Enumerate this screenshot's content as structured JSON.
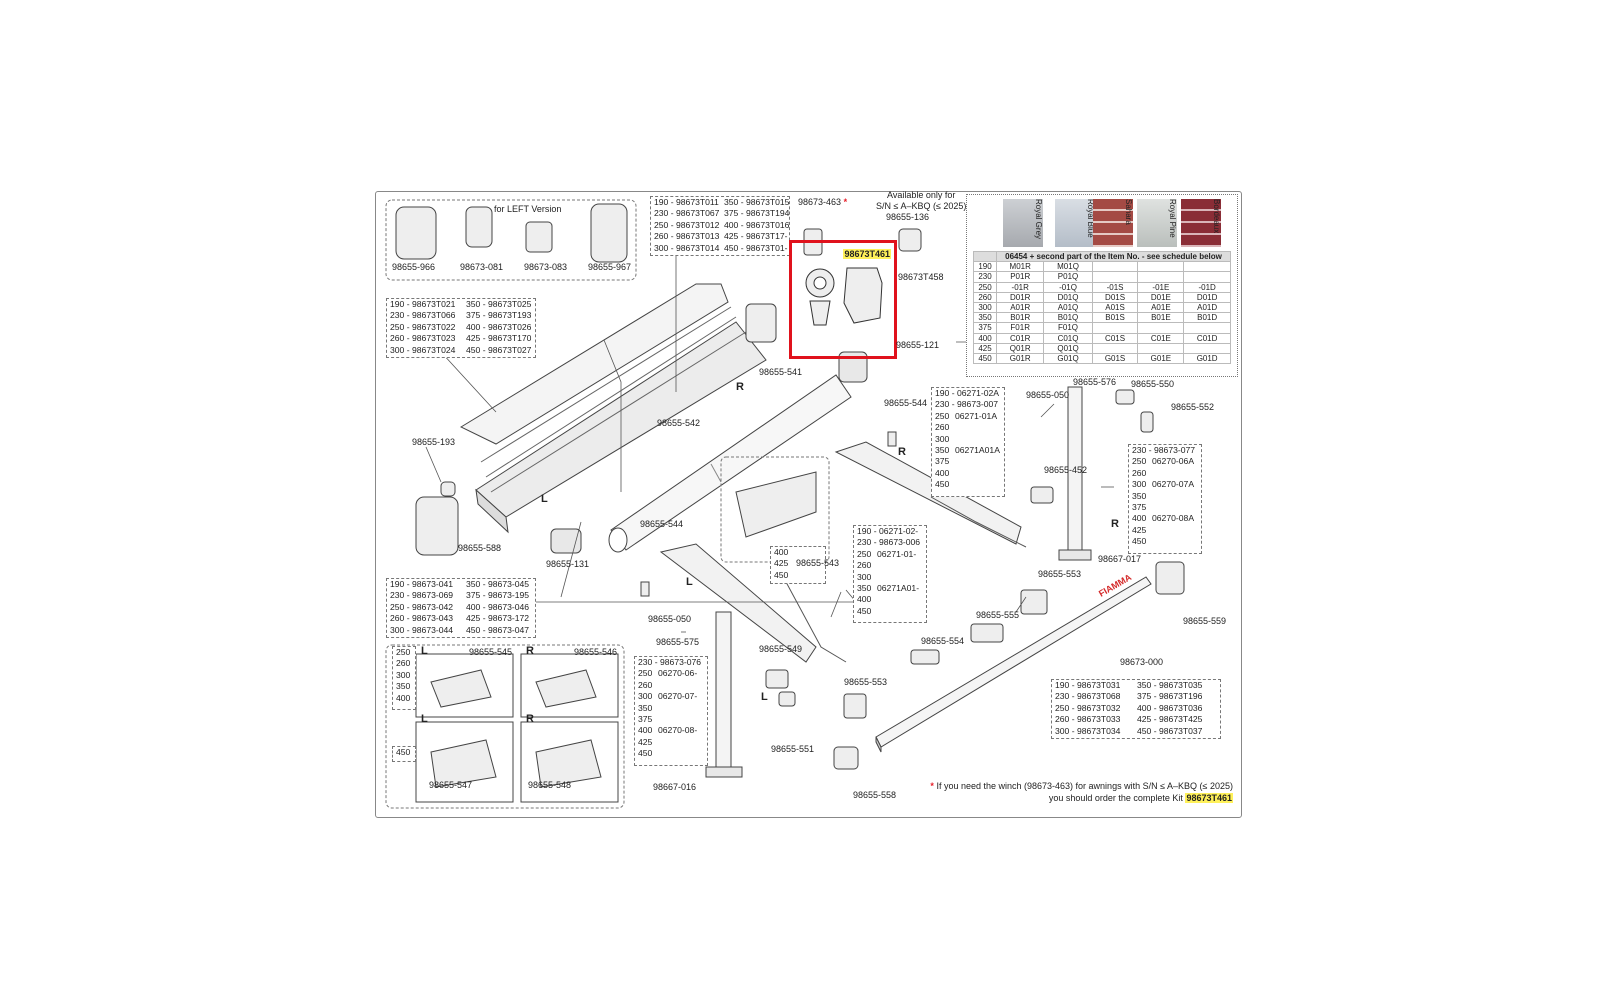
{
  "left_version_label": "for LEFT Version",
  "available_note": [
    "Available only for",
    "S/N ≤ A–KBQ (≤ 2025)"
  ],
  "side_letters": {
    "L": "L",
    "R": "R"
  },
  "parts": {
    "p966": "98655-966",
    "p081": "98673-081",
    "p083": "98673-083",
    "p967": "98655-967",
    "p463": "98673-463",
    "p136": "98655-136",
    "p461": "98673T461",
    "p458": "98673T458",
    "p121": "98655-121",
    "p541": "98655-541",
    "p542": "98655-542",
    "p193": "98655-193",
    "p588": "98655-588",
    "p131": "98655-131",
    "p544a": "98655-544",
    "p544b": "98655-544",
    "p543": "98655-543",
    "p576": "98655-576",
    "p050a": "98655-050",
    "p550": "98655-550",
    "p552": "98655-552",
    "p452": "98655-452",
    "p017": "98667-017",
    "p553a": "98655-553",
    "p555": "98655-555",
    "p554": "98655-554",
    "p559": "98655-559",
    "p000": "98673-000",
    "p050b": "98655-050",
    "p575": "98655-575",
    "p549": "98655-549",
    "p553b": "98655-553",
    "p551": "98655-551",
    "p558": "98655-558",
    "p016": "98667-016",
    "p545": "98655-545",
    "p546": "98655-546",
    "p547": "98655-547",
    "p548": "98655-548"
  },
  "tables": {
    "t1": [
      [
        "190 - 98673T011",
        "350 - 98673T015"
      ],
      [
        "230 - 98673T067",
        "375 - 98673T194"
      ],
      [
        "250 - 98673T012",
        "400 - 98673T016"
      ],
      [
        "260 - 98673T013",
        "425 - 98673T17-"
      ],
      [
        "300 - 98673T014",
        "450 - 98673T01-"
      ]
    ],
    "t2": [
      [
        "190 - 98673T021",
        "350 - 98673T025"
      ],
      [
        "230 - 98673T066",
        "375 - 98673T193"
      ],
      [
        "250 - 98673T022",
        "400 - 98673T026"
      ],
      [
        "260 - 98673T023",
        "425 - 98673T170"
      ],
      [
        "300 - 98673T024",
        "450 - 98673T027"
      ]
    ],
    "t3": [
      [
        "190 - 98673-041",
        "350 - 98673-045"
      ],
      [
        "230 - 98673-069",
        "375 - 98673-195"
      ],
      [
        "250 - 98673-042",
        "400 - 98673-046"
      ],
      [
        "260 - 98673-043",
        "425 - 98673-172"
      ],
      [
        "300 - 98673-044",
        "450 - 98673-047"
      ]
    ],
    "t4": [
      [
        "190 - 98673T031",
        "350 - 98673T035"
      ],
      [
        "230 - 98673T068",
        "375 - 98673T196"
      ],
      [
        "250 - 98673T032",
        "400 - 98673T036"
      ],
      [
        "260 - 98673T033",
        "425 - 98673T425"
      ],
      [
        "300 - 98673T034",
        "450 - 98673T037"
      ]
    ],
    "t5": [
      [
        "190 - 06271-02A"
      ],
      [
        "230 - 98673-007"
      ],
      [
        "250",
        "06271-01A"
      ],
      [
        "260",
        ""
      ],
      [
        "300",
        ""
      ],
      [
        "350",
        "06271A01A"
      ],
      [
        "375",
        ""
      ],
      [
        "400",
        ""
      ],
      [
        "450",
        ""
      ]
    ],
    "t6": [
      [
        "190 - 06271-02-"
      ],
      [
        "230 - 98673-006"
      ],
      [
        "250",
        "06271-01-"
      ],
      [
        "260",
        ""
      ],
      [
        "300",
        ""
      ],
      [
        "350",
        "06271A01-"
      ],
      [
        "400",
        ""
      ],
      [
        "450",
        ""
      ]
    ],
    "t7": [
      [
        "230 - 98673-077"
      ],
      [
        "250",
        "06270-06A"
      ],
      [
        "260",
        ""
      ],
      [
        "300",
        "06270-07A"
      ],
      [
        "350",
        ""
      ],
      [
        "375",
        ""
      ],
      [
        "400",
        "06270-08A"
      ],
      [
        "425",
        ""
      ],
      [
        "450",
        ""
      ]
    ],
    "t8": [
      [
        "230 - 98673-076"
      ],
      [
        "250",
        "06270-06-"
      ],
      [
        "260",
        ""
      ],
      [
        "300",
        "06270-07-"
      ],
      [
        "350",
        ""
      ],
      [
        "375",
        ""
      ],
      [
        "400",
        "06270-08-"
      ],
      [
        "425",
        ""
      ],
      [
        "450",
        ""
      ]
    ],
    "t9": [
      [
        "400"
      ],
      [
        "425"
      ],
      [
        "450"
      ]
    ],
    "t10a": [
      "250",
      "260",
      "300",
      "350",
      "400"
    ],
    "t10b": [
      "450"
    ]
  },
  "fabric": {
    "swatches": [
      {
        "name": "Royal Grey",
        "color": "#b9bcc1"
      },
      {
        "name": "Royal Blue",
        "color": "#c7cfd8"
      },
      {
        "name": "Sahara",
        "color": "#a44a44"
      },
      {
        "name": "Royal Pine",
        "color": "#cfd3d1"
      },
      {
        "name": "Bordeaux",
        "color": "#8a2d36"
      }
    ],
    "header": "06454 + second part of the Item No. - see schedule below",
    "rows": [
      [
        "190",
        "M01R",
        "M01Q",
        "",
        "",
        ""
      ],
      [
        "230",
        "P01R",
        "P01Q",
        "",
        "",
        ""
      ],
      [
        "250",
        "-01R",
        "-01Q",
        "-01S",
        "-01E",
        "-01D"
      ],
      [
        "260",
        "D01R",
        "D01Q",
        "D01S",
        "D01E",
        "D01D"
      ],
      [
        "300",
        "A01R",
        "A01Q",
        "A01S",
        "A01E",
        "A01D"
      ],
      [
        "350",
        "B01R",
        "B01Q",
        "B01S",
        "B01E",
        "B01D"
      ],
      [
        "375",
        "F01R",
        "F01Q",
        "",
        "",
        ""
      ],
      [
        "400",
        "C01R",
        "C01Q",
        "C01S",
        "C01E",
        "C01D"
      ],
      [
        "425",
        "Q01R",
        "Q01Q",
        "",
        "",
        ""
      ],
      [
        "450",
        "G01R",
        "G01Q",
        "G01S",
        "G01E",
        "G01D"
      ]
    ]
  },
  "footnote": {
    "star": "*",
    "line1": "If you need the winch (98673-463) for awnings with S/N ≤ A–KBQ (≤ 2025)",
    "line2": "you should order the complete Kit",
    "kit": "98673T461"
  },
  "brand": "FIAMMA",
  "colors": {
    "highlight": "#fff15a",
    "frame": "#e0121c",
    "border": "#888888"
  }
}
